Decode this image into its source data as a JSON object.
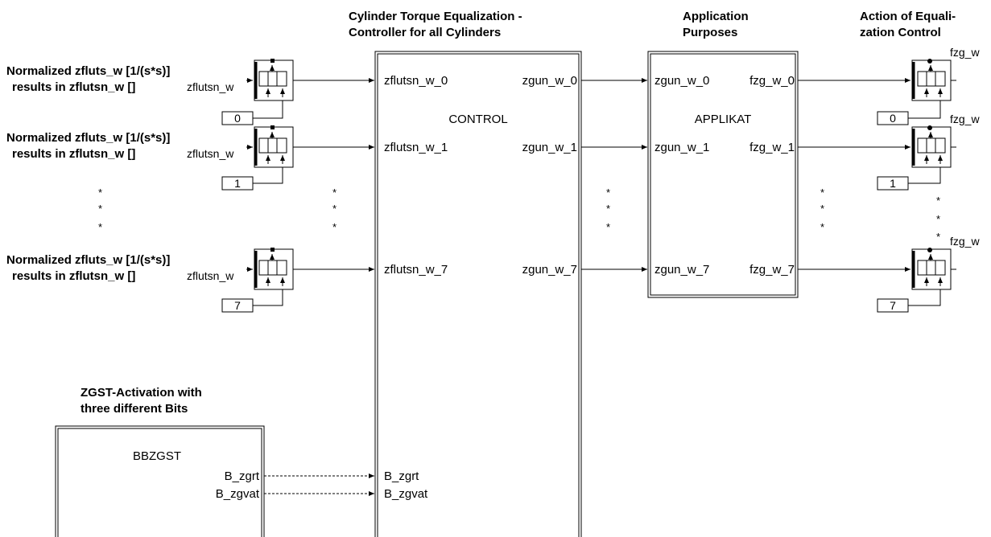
{
  "headers": {
    "control_title_1": "Cylinder Torque Equalization -",
    "control_title_2": "Controller for all Cylinders",
    "app_title_1": "Application",
    "app_title_2": "Purposes",
    "action_title_1": "Action of Equali-",
    "action_title_2": "zation Control",
    "zgst_title_1": "ZGST-Activation with",
    "zgst_title_2": "three different Bits"
  },
  "inputs": [
    {
      "line1": "Normalized zfluts_w [1/(s*s)]",
      "line2": "results in zflutsn_w []",
      "var": "zflutsn_w",
      "index": "0"
    },
    {
      "line1": "Normalized zfluts_w [1/(s*s)]",
      "line2": "results in zflutsn_w []",
      "var": "zflutsn_w",
      "index": "1"
    },
    {
      "line1": "Normalized zfluts_w [1/(s*s)]",
      "line2": "results in zflutsn_w []",
      "var": "zflutsn_w",
      "index": "7"
    }
  ],
  "control": {
    "name": "CONTROL",
    "in_ports": [
      "zflutsn_w_0",
      "zflutsn_w_1",
      "zflutsn_w_7"
    ],
    "out_ports": [
      "zgun_w_0",
      "zgun_w_1",
      "zgun_w_7"
    ],
    "bit_ports": [
      "B_zgrt",
      "B_zgvat"
    ]
  },
  "applikat": {
    "name": "APPLIKAT",
    "in_ports": [
      "zgun_w_0",
      "zgun_w_1",
      "zgun_w_7"
    ],
    "out_ports": [
      "fzg_w_0",
      "fzg_w_1",
      "fzg_w_7"
    ]
  },
  "outputs": [
    {
      "var": "fzg_w",
      "index": "0"
    },
    {
      "var": "fzg_w",
      "index": "1"
    },
    {
      "var": "fzg_w",
      "index": "7"
    }
  ],
  "bbzgst": {
    "name": "BBZGST",
    "out_ports": [
      "B_zgrt",
      "B_zgvat"
    ]
  },
  "ellipsis": "*"
}
